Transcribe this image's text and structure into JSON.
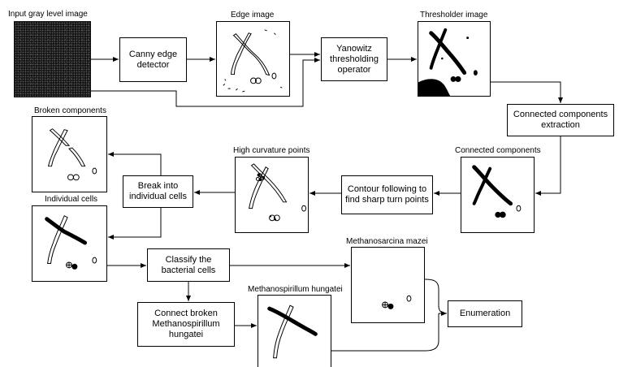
{
  "labels": {
    "input": "Input gray level image",
    "edge": "Edge image",
    "thresholder": "Thresholder image",
    "broken": "Broken components",
    "high_curvature": "High curvature points",
    "connected_components": "Connected components",
    "individual": "Individual cells",
    "mazei": "Methanosarcina mazei",
    "hungatei": "Methanospirillum hungatei"
  },
  "boxes": {
    "canny": "Canny edge detector",
    "yanowitz": "Yanowitz thresholding operator",
    "connected_extraction": "Connected components extraction",
    "break_cells": "Break into individual cells",
    "contour": "Contour following to find sharp turn points",
    "classify": "Classify the bacterial cells",
    "connect_broken": "Connect broken Methanospirillum hungatei",
    "enumeration": "Enumeration"
  }
}
